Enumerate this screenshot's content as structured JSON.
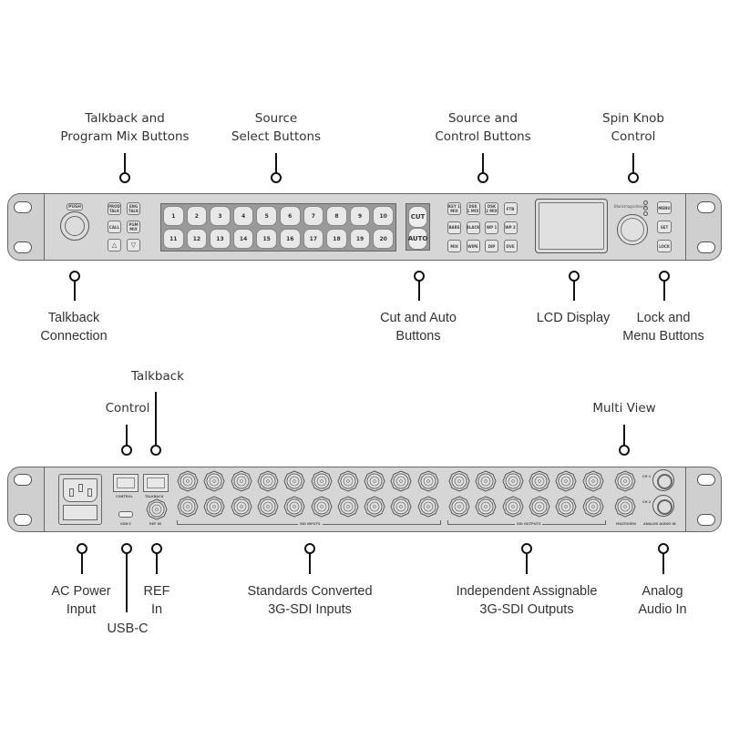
{
  "diagram": {
    "front_panel": {
      "callouts_top": [
        {
          "id": "talkback-program-mix",
          "lines": [
            "Talkback and",
            "Program Mix Buttons"
          ]
        },
        {
          "id": "source-select",
          "lines": [
            "Source",
            "Select Buttons"
          ]
        },
        {
          "id": "source-control",
          "lines": [
            "Source and",
            "Control  Buttons"
          ]
        },
        {
          "id": "spin-knob",
          "lines": [
            "Spin Knob",
            "Control"
          ]
        }
      ],
      "callouts_bottom": [
        {
          "id": "talkback-connection",
          "lines": [
            "Talkback",
            "Connection"
          ]
        },
        {
          "id": "cut-auto",
          "lines": [
            "Cut and Auto",
            "Buttons"
          ]
        },
        {
          "id": "lcd-display",
          "lines": [
            "LCD Display"
          ]
        },
        {
          "id": "lock-menu",
          "lines": [
            "Lock and",
            "Menu Buttons"
          ]
        }
      ],
      "xlr_label": "PUSH",
      "talkback_buttons": [
        "PROD TALK",
        "ENG TALK",
        "CALL",
        "PGM MIX",
        "△",
        "▽"
      ],
      "source_buttons": [
        "1",
        "2",
        "3",
        "4",
        "5",
        "6",
        "7",
        "8",
        "9",
        "10",
        "11",
        "12",
        "13",
        "14",
        "15",
        "16",
        "17",
        "18",
        "19",
        "20"
      ],
      "cut_label": "CUT",
      "auto_label": "AUTO",
      "control_buttons": [
        "KEY 1 MIX",
        "DSK 1 MIX",
        "DSK 2 MIX",
        "FTB",
        "BARS",
        "BLACK",
        "WP 1",
        "WP 2",
        "MIX",
        "WIPE",
        "DIP",
        "DVE"
      ],
      "brand_text": "Blackmagicdesign",
      "menu_buttons": [
        "MENU",
        "SET",
        "LOCK"
      ]
    },
    "rear_panel": {
      "callouts_top": [
        {
          "id": "control",
          "lines": [
            "Control"
          ]
        },
        {
          "id": "talkback",
          "lines": [
            "Talkback"
          ]
        },
        {
          "id": "multi-view",
          "lines": [
            "Multi View"
          ]
        }
      ],
      "callouts_bottom": [
        {
          "id": "ac-power",
          "lines": [
            "AC Power",
            "Input"
          ]
        },
        {
          "id": "usb-c",
          "lines": [
            "USB-C"
          ]
        },
        {
          "id": "ref-in",
          "lines": [
            "REF",
            "In"
          ]
        },
        {
          "id": "sdi-inputs",
          "lines": [
            "Standards Converted",
            "3G-SDI Inputs"
          ]
        },
        {
          "id": "sdi-outputs",
          "lines": [
            "Independent Assignable",
            "3G-SDI Outputs"
          ]
        },
        {
          "id": "analog-audio",
          "lines": [
            "Analog",
            "Audio In"
          ]
        }
      ],
      "port_labels": {
        "control": "CONTROL",
        "talkback": "TALKBACK",
        "usbc": "USB-C",
        "ref_in": "REF IN",
        "sdi_inputs": "SDI INPUTS",
        "sdi_outputs": "SDI OUTPUTS",
        "multiview": "MULTIVIEW",
        "analog_audio_in": "ANALOG AUDIO IN",
        "ch1": "CH 1",
        "ch2": "CH 2"
      },
      "sdi_input_count": 20,
      "sdi_output_count": 12,
      "multiview_count": 2
    }
  }
}
